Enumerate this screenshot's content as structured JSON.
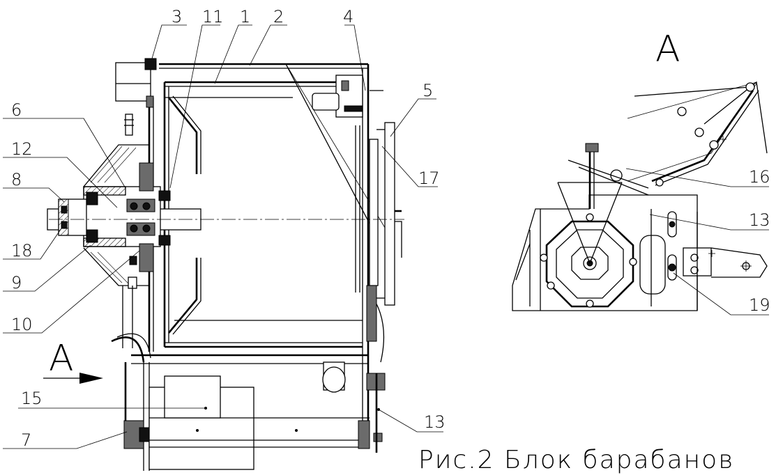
{
  "figure": {
    "caption": "Рис.2 Блок барабанов",
    "view_label": "А",
    "view_arrow_label": "А"
  },
  "callouts": {
    "c1": "1",
    "c2": "2",
    "c3": "3",
    "c4": "4",
    "c5": "5",
    "c6": "6",
    "c7": "7",
    "c8": "8",
    "c9": "9",
    "c10": "10",
    "c11": "11",
    "c12": "12",
    "c13a": "13",
    "c13b": "13",
    "c15": "15",
    "c16": "16",
    "c17": "17",
    "c18": "18",
    "c19": "19"
  }
}
